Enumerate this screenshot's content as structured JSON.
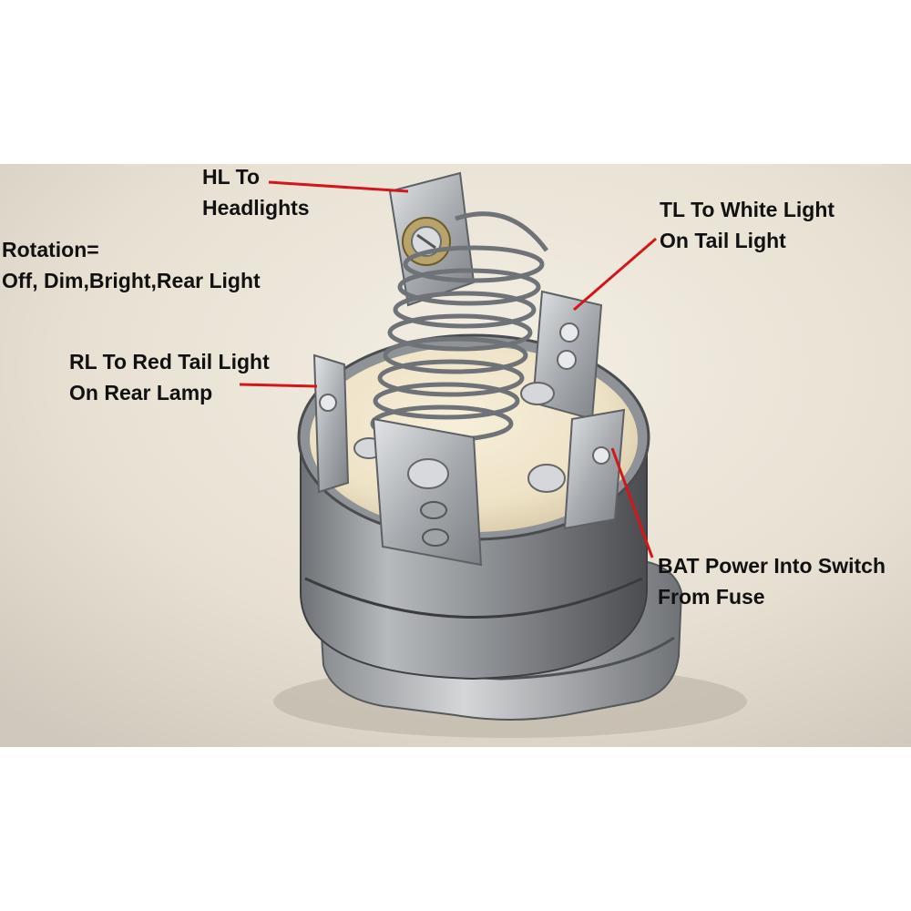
{
  "annotations": {
    "hl": {
      "line1": "HL To",
      "line2": "Headlights"
    },
    "tl": {
      "line1": "TL To White Light",
      "line2": "On Tail Light"
    },
    "rotation": {
      "line1": "Rotation=",
      "line2": "Off, Dim,Bright,Rear Light"
    },
    "rl": {
      "line1": "RL To Red Tail Light",
      "line2": "On Rear Lamp"
    },
    "bat": {
      "line1": "BAT Power Into Switch",
      "line2": "From Fuse"
    }
  },
  "colors": {
    "leader_line": "#d4161c",
    "label_text": "#111111",
    "backdrop": "#ebe4d6",
    "insulator": "#f1e6cc",
    "metal": "#b8bcc0"
  }
}
